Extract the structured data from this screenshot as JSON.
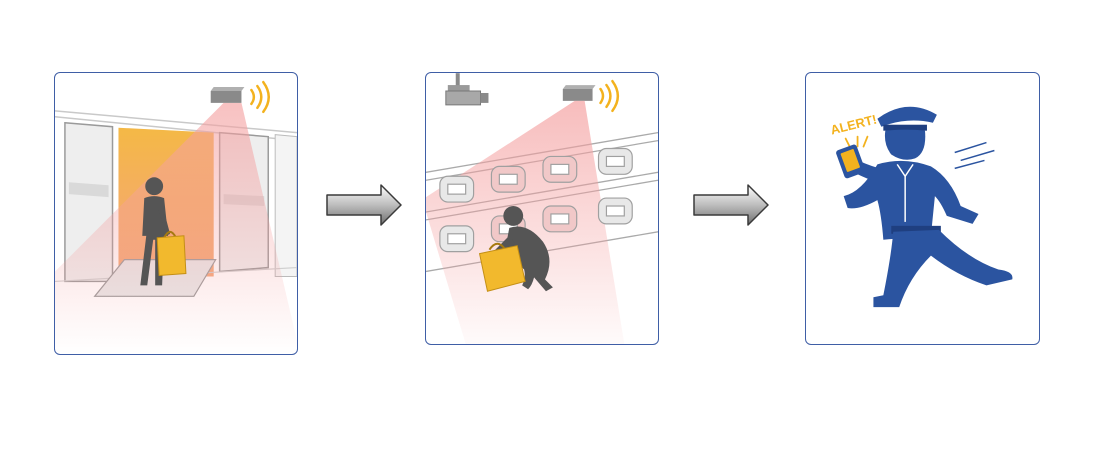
{
  "panels": [
    {
      "id": "store-entrance",
      "scene": "customer-with-bag-walking-through-door-sensor"
    },
    {
      "id": "store-shelf",
      "scene": "person-taking-products-under-camera-and-sensor"
    },
    {
      "id": "security-response",
      "scene": "guard-running-with-phone-alert"
    }
  ],
  "alert": {
    "label": "ALERT!"
  },
  "colors": {
    "panel_border": "#3f5ea6",
    "sensor_wave": "#f3b21e",
    "sensor_beam": "#f4a0a0",
    "door_highlight": "#f3b53c",
    "guard_blue": "#2b54a0",
    "person_gray": "#555555",
    "bag_yellow": "#f2b92d"
  },
  "icons": [
    "sensor-icon",
    "signal-waves-icon",
    "security-camera-icon",
    "shopping-bag-icon",
    "smartphone-icon",
    "arrow-right-icon"
  ]
}
